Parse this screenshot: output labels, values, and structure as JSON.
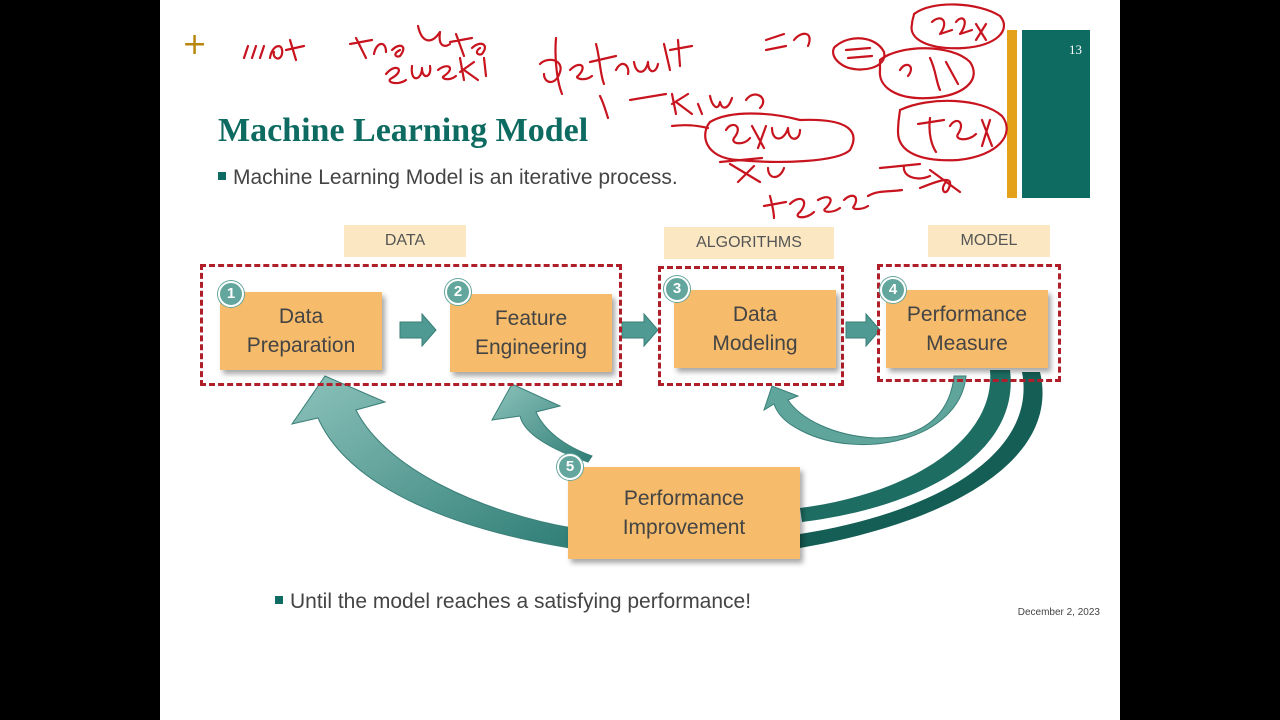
{
  "slide": {
    "number": "13",
    "title": "Machine Learning Model",
    "bullet_top": "Machine Learning Model is an iterative process.",
    "bullet_bottom": "Until the model reaches a satisfying performance!",
    "date": "December 2, 2023"
  },
  "diagram": {
    "groups": [
      {
        "label": "DATA"
      },
      {
        "label": "ALGORITHMS"
      },
      {
        "label": "MODEL"
      }
    ],
    "steps": [
      {
        "number": "1",
        "label": "Data\nPreparation"
      },
      {
        "number": "2",
        "label": "Feature\nEngineering"
      },
      {
        "number": "3",
        "label": "Data\nModeling"
      },
      {
        "number": "4",
        "label": "Performance\nMeasure"
      },
      {
        "number": "5",
        "label": "Performance\nImprovement"
      }
    ]
  },
  "colors": {
    "title": "#0e6b61",
    "step_fill": "#f6bc6b",
    "group_border": "#b01e2a",
    "arrow": "#4f9a92",
    "ink": "#c8141e"
  }
}
